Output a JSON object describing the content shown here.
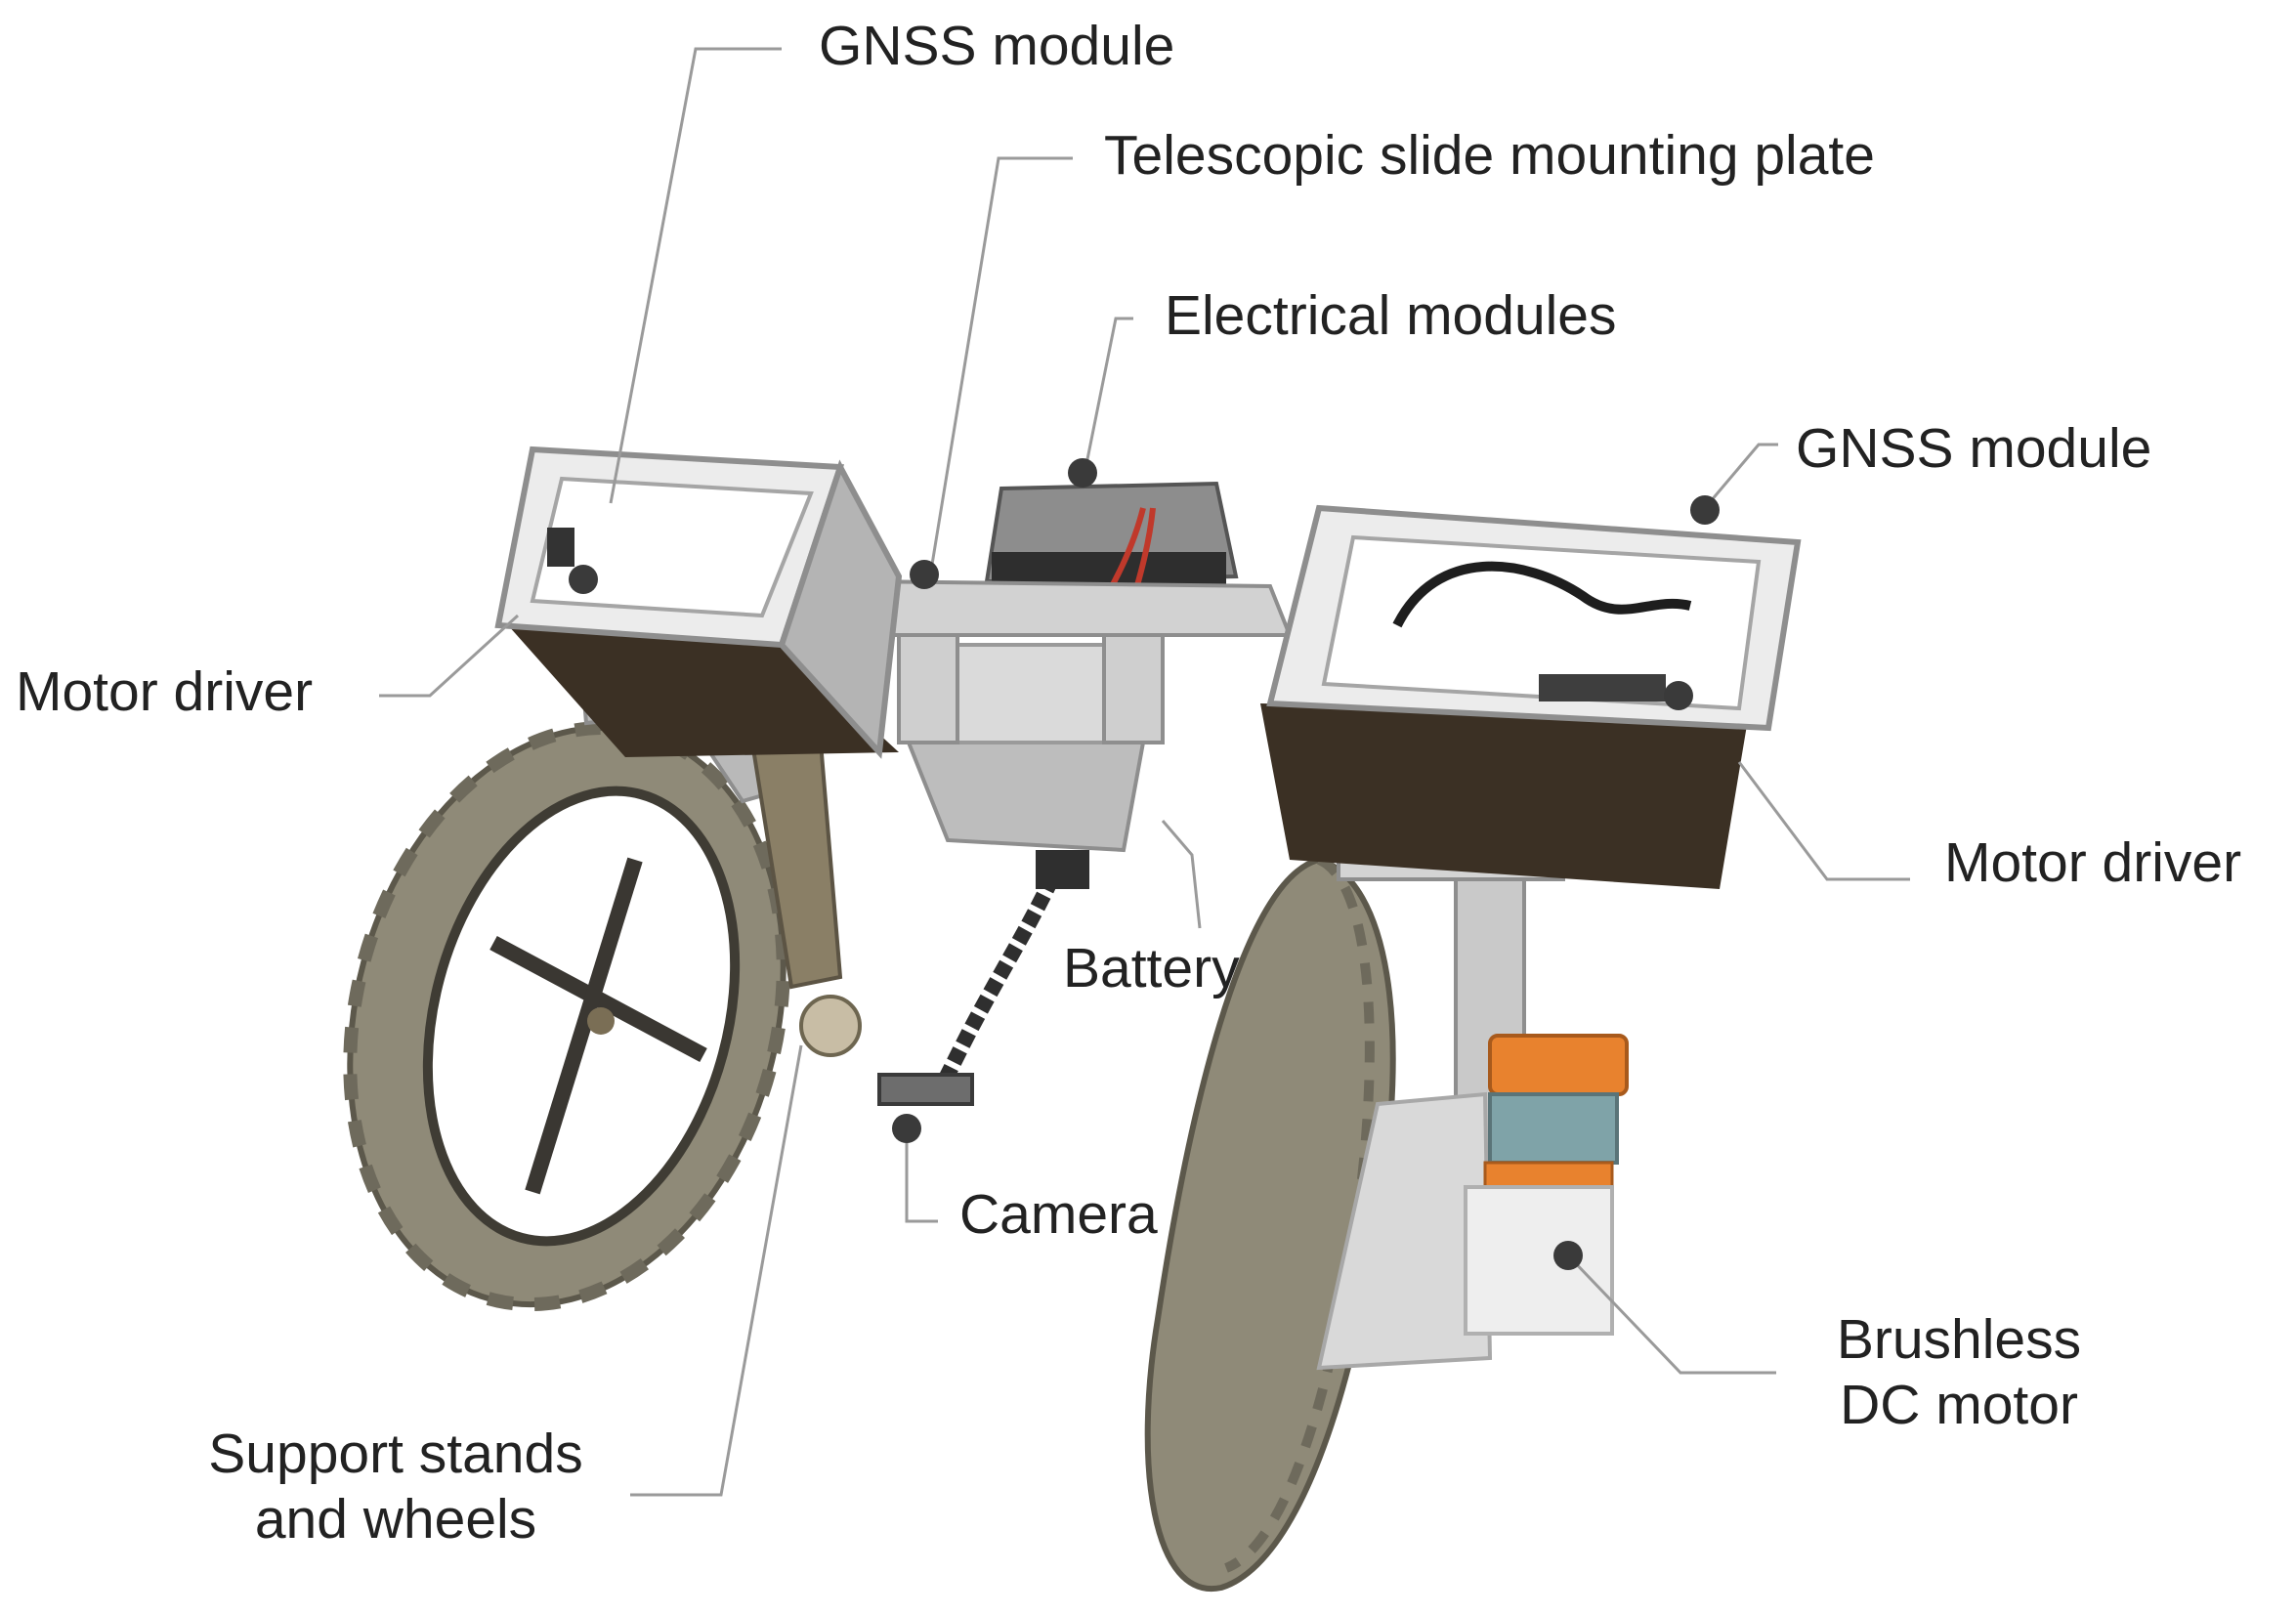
{
  "labels": {
    "gnss_left": "GNSS module",
    "telescopic_plate": "Telescopic slide mounting plate",
    "electrical_modules": "Electrical modules",
    "gnss_right": "GNSS module",
    "motor_driver_left": "Motor driver",
    "motor_driver_right": "Motor driver",
    "battery": "Battery",
    "camera": "Camera",
    "brushless_motor_line1": "Brushless",
    "brushless_motor_line2": "DC motor",
    "support_line1": "Support stands",
    "support_line2": "and wheels"
  },
  "colors": {
    "text": "#222222",
    "leader_line": "#9a9a9a",
    "marker_dot": "#3a3a3a",
    "frame_metal": "#c9c9c9",
    "frame_edge": "#8e8e8e",
    "tire": "#8f8a78",
    "motor_orange": "#e8822e"
  }
}
